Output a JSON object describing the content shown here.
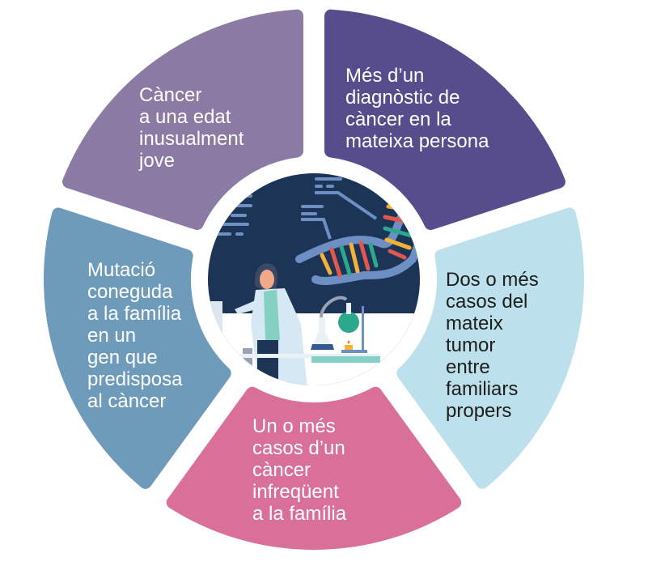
{
  "colors": {
    "segment_young": "#8b7ba4",
    "segment_multiple": "#574c8c",
    "segment_same_tumor": "#bde1ec",
    "segment_rare": "#d8709a",
    "segment_mutation": "#6f9bbb",
    "center_background": "#1c3557"
  },
  "segments": {
    "young": {
      "lines": [
        "Càncer",
        "a una edat",
        "inusualment",
        "jove"
      ]
    },
    "multiple": {
      "lines": [
        "Més d’un",
        "diagnòstic de",
        "càncer en la",
        "mateixa persona"
      ]
    },
    "same_tumor": {
      "lines": [
        "Dos o més",
        "casos del",
        "mateix",
        "tumor",
        "entre",
        "familiars",
        "propers"
      ]
    },
    "rare": {
      "lines": [
        "Un o més",
        "casos d’un",
        "càncer",
        "infreqüent",
        "a la família"
      ]
    },
    "mutation": {
      "lines": [
        "Mutació",
        "coneguda",
        "a la família",
        "en un",
        "gen que",
        "predisposa",
        "al càncer"
      ]
    }
  }
}
